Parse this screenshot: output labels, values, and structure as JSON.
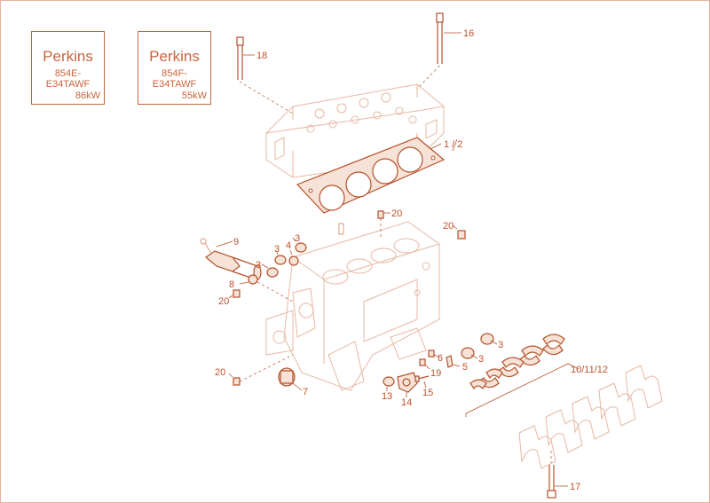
{
  "models": [
    {
      "brand": "Perkins",
      "line1": "854E-",
      "line2": "E34TAWF",
      "power": "86kW"
    },
    {
      "brand": "Perkins",
      "line1": "854F-",
      "line2": "E34TAWF",
      "power": "55kW"
    }
  ],
  "callouts": {
    "c16": "16",
    "c18": "18",
    "c1_2": "1 / 2",
    "c20a": "20",
    "c20b": "20",
    "c9": "9",
    "c3a": "3",
    "c4": "4",
    "c3b": "3",
    "c3c": "3",
    "c8": "8",
    "c20c": "20",
    "c3d": "3",
    "c3e": "3",
    "c6": "6",
    "c5": "5",
    "c19": "19",
    "c10_11_12": "10/11/12",
    "c20d": "20",
    "c7": "7",
    "c13": "13",
    "c14": "14",
    "c15": "15",
    "c17": "17"
  },
  "colors": {
    "accent": "#c8643c",
    "line": "#b5522c",
    "ghost": "#e7b8a2"
  }
}
